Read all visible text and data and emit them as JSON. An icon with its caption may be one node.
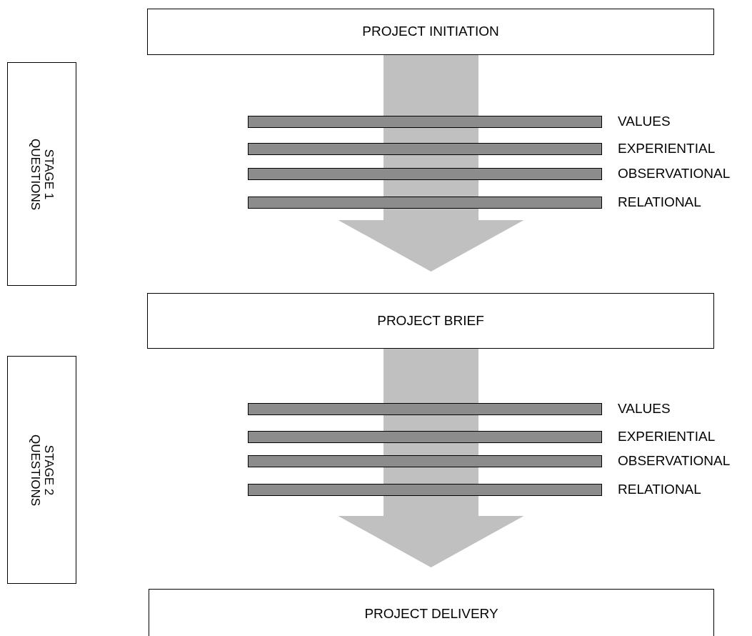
{
  "diagram": {
    "nodes": [
      {
        "text": [
          "PROJECT INITIATION"
        ]
      },
      {
        "text": [
          "STAGE 1 QUESTIONS"
        ]
      },
      {
        "text": [
          "VALUES"
        ]
      },
      {
        "text": [
          "EXPERIENTIAL"
        ]
      },
      {
        "text": [
          "OBSERVATIONAL"
        ]
      },
      {
        "text": [
          "RELATIONAL"
        ]
      },
      {
        "text": [
          "PROJECT BRIEF"
        ]
      },
      {
        "text": [
          "STAGE 2 QUESTIONS"
        ]
      },
      {
        "text": [
          "VALUES"
        ]
      },
      {
        "text": [
          "EXPERIENTIAL"
        ]
      },
      {
        "text": [
          "OBSERVATIONAL"
        ]
      },
      {
        "text": [
          "RELATIONAL"
        ]
      },
      {
        "text": [
          "PROJECT DELIVERY"
        ]
      }
    ],
    "edges": [
      {
        "from": 0,
        "to": 6,
        "arrow": "to",
        "style": "thick",
        "color": "#c0c0c0"
      },
      {
        "from": 6,
        "to": 12,
        "arrow": "to",
        "style": "thick",
        "color": "#c0c0c0"
      }
    ]
  }
}
